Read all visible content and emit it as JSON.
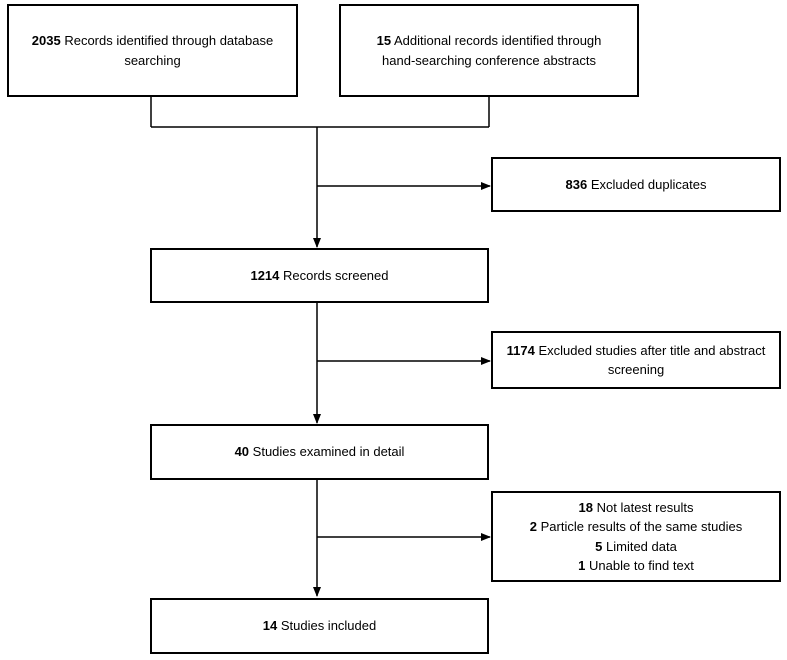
{
  "boxes": {
    "database": {
      "lines": [
        {
          "num": "2035",
          "text": " Records identified through database"
        },
        {
          "num": "",
          "text": "searching"
        }
      ]
    },
    "handsearch": {
      "lines": [
        {
          "num": "15",
          "text": " Additional records identified through"
        },
        {
          "num": "",
          "text": "hand-searching conference abstracts"
        }
      ]
    },
    "duplicates": {
      "lines": [
        {
          "num": "836",
          "text": " Excluded duplicates"
        }
      ]
    },
    "screened": {
      "lines": [
        {
          "num": "1214",
          "text": " Records screened"
        }
      ]
    },
    "excluded_title": {
      "lines": [
        {
          "num": "1174",
          "text": " Excluded studies after title and abstract"
        },
        {
          "num": "",
          "text": "screening"
        }
      ]
    },
    "examined": {
      "lines": [
        {
          "num": "40",
          "text": " Studies examined in detail"
        }
      ]
    },
    "excluded_detail": {
      "lines": [
        {
          "num": "18",
          "text": " Not latest results"
        },
        {
          "num": "2",
          "text": " Particle results of the same studies"
        },
        {
          "num": "5",
          "text": " Limited data"
        },
        {
          "num": "1",
          "text": " Unable to find text"
        }
      ]
    },
    "included": {
      "lines": [
        {
          "num": "14",
          "text": " Studies included"
        }
      ]
    }
  }
}
